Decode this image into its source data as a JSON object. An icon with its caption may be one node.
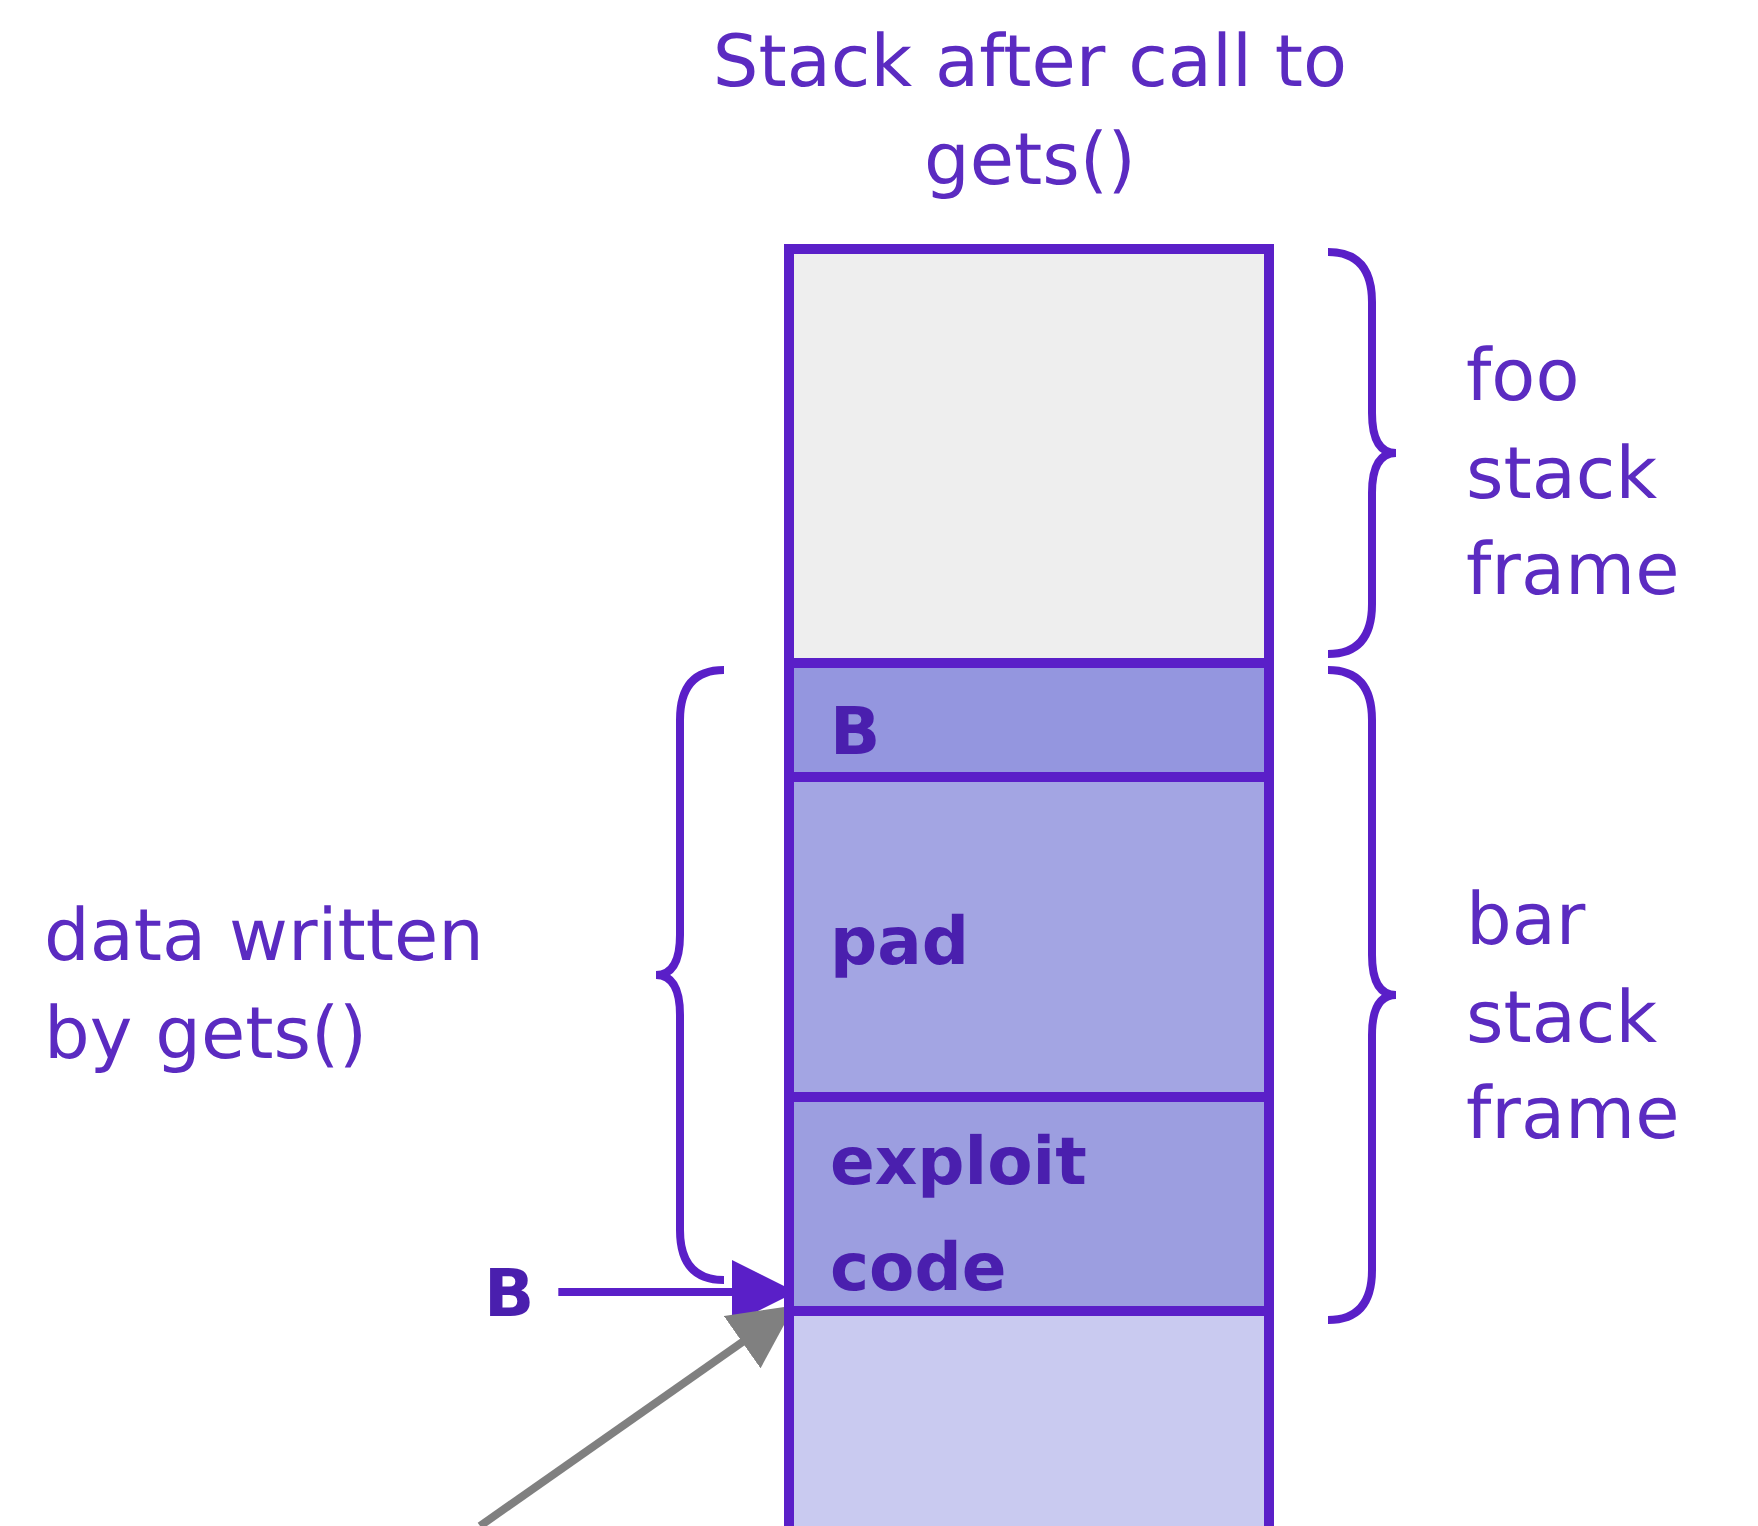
{
  "diagram": {
    "title": "Stack after call to gets()",
    "nodes": [
      {
        "text": [],
        "shape": "box"
      },
      {
        "text": [
          "B"
        ]
      },
      {
        "text": [
          "pad"
        ]
      },
      {
        "text": [
          "exploit code"
        ]
      },
      {
        "text": [],
        "shape": "box"
      },
      {
        "text": [
          "B"
        ]
      }
    ],
    "edges": [
      {
        "from": 5,
        "to": 3,
        "arrow": "to"
      },
      {
        "from": null,
        "to": 3,
        "arrow": "to",
        "color": "#808080"
      }
    ],
    "labels": [
      "foo stack frame",
      "data written by gets()",
      "bar stack frame"
    ]
  }
}
